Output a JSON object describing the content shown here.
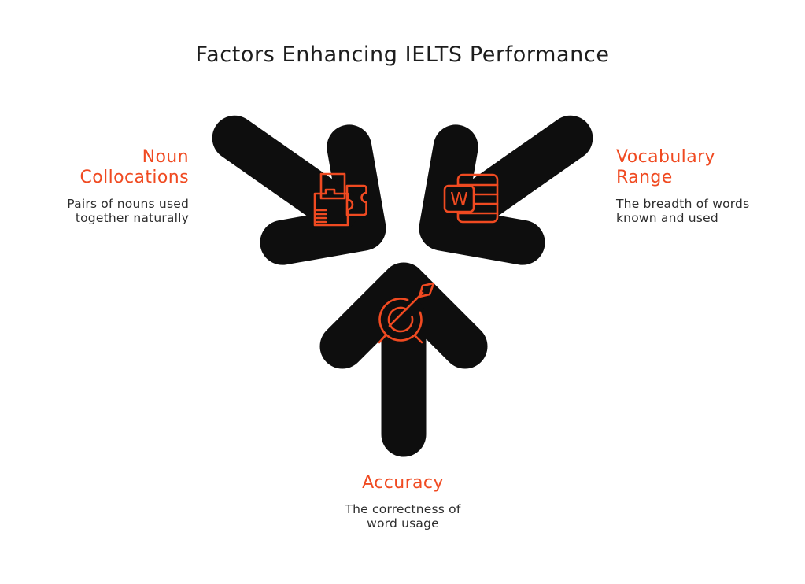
{
  "title": "Factors Enhancing IELTS Performance",
  "colors": {
    "accent_orange": "#F04A21",
    "arrow_black": "#0E0E0E",
    "title_text": "#1D1D1D",
    "body_text": "#2D2D2D",
    "background": "#FFFFFF"
  },
  "factors": [
    {
      "id": "noun-collocations",
      "heading_lines": [
        "Noun",
        "Collocations"
      ],
      "description_lines": [
        "Pairs of nouns used",
        "together naturally"
      ],
      "icon": "puzzle-icon",
      "position": "left"
    },
    {
      "id": "vocabulary-range",
      "heading_lines": [
        "Vocabulary",
        "Range"
      ],
      "description_lines": [
        "The breadth of words",
        "known and used"
      ],
      "icon": "word-document-icon",
      "icon_letter": "W",
      "position": "right"
    },
    {
      "id": "accuracy",
      "heading_lines": [
        "Accuracy"
      ],
      "description_lines": [
        "The correctness of",
        "word usage"
      ],
      "icon": "target-arrow-icon",
      "position": "bottom"
    }
  ]
}
